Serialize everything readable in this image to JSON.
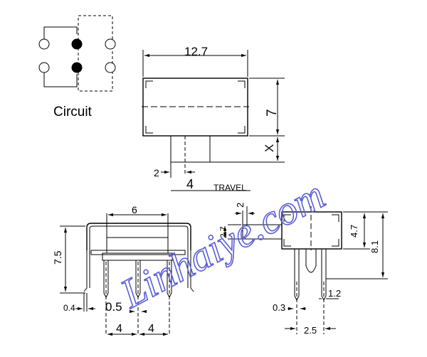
{
  "labels": {
    "circuit": "Circuit",
    "width_top": "12.7",
    "height_top": "7",
    "x_dim": "X",
    "lever_offset": "2",
    "travel_value": "4",
    "travel_word": "TRAVEL",
    "front_width": "6",
    "front_height": "7.5",
    "front_pin_width": "0.5",
    "front_pin_thick": "0.4",
    "pitch_left": "4",
    "pitch_right": "4",
    "side_lever": "2",
    "side_lever_height": "2.7",
    "side_body": "4.7",
    "side_total": "8.1",
    "side_pin_thick": "0.3",
    "side_pin_width": "1.2",
    "side_pitch": "2.5"
  },
  "watermark": "Linhaiye.com",
  "colors": {
    "line": "#000000",
    "watermark": "#5a5fd6"
  }
}
